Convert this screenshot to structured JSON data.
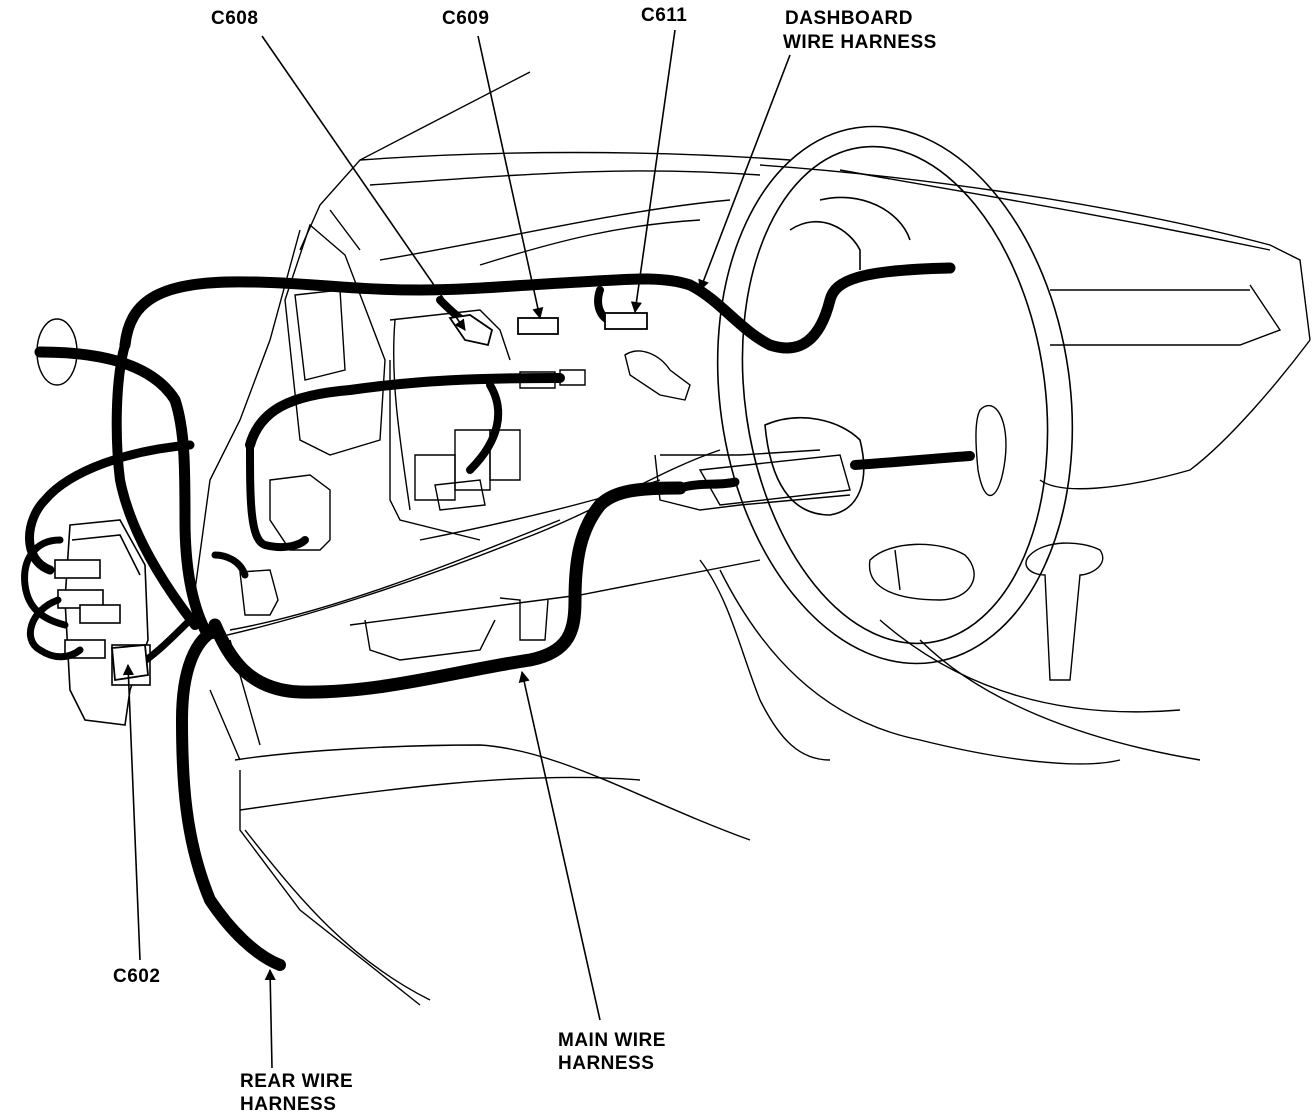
{
  "callouts": {
    "c608": "C608",
    "c609": "C609",
    "c611": "C611",
    "c602": "C602",
    "dashboard_line1": "DASHBOARD",
    "dashboard_line2": "WIRE HARNESS",
    "main_line1": "MAIN WIRE",
    "main_line2": "HARNESS",
    "rear_line1": "REAR WIRE",
    "rear_line2": "HARNESS"
  },
  "colors": {
    "ink": "#000000",
    "paper": "#ffffff"
  }
}
